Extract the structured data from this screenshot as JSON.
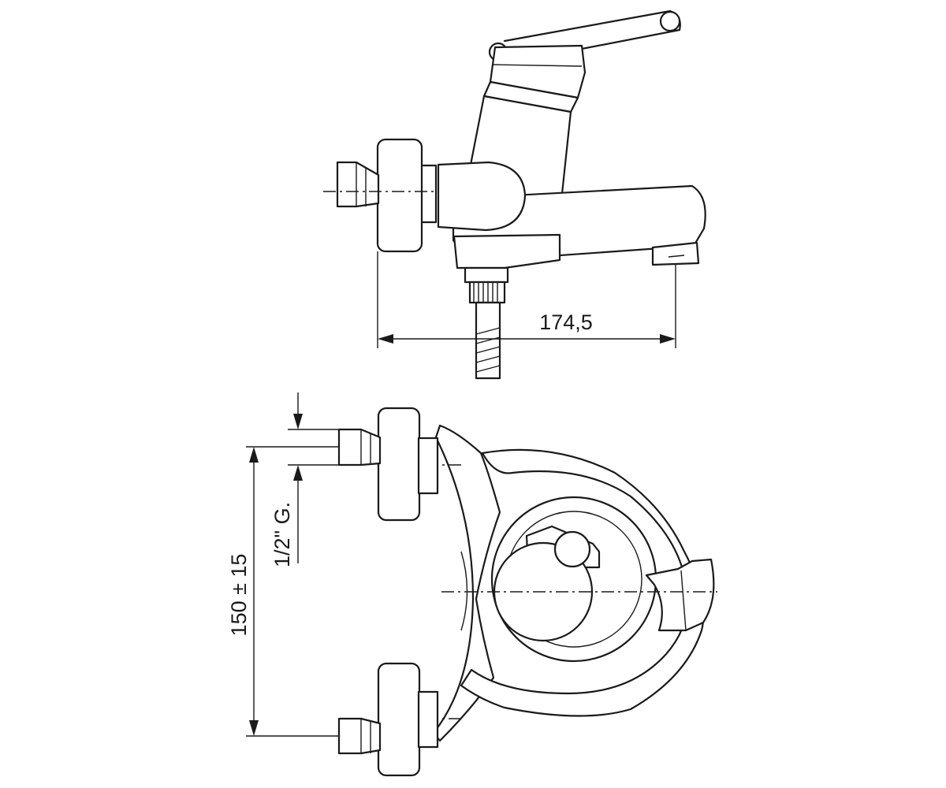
{
  "dimensions": {
    "overall_length": "174,5",
    "inlet_spacing": "150 ± 15",
    "thread_size": "1/2\" G."
  }
}
